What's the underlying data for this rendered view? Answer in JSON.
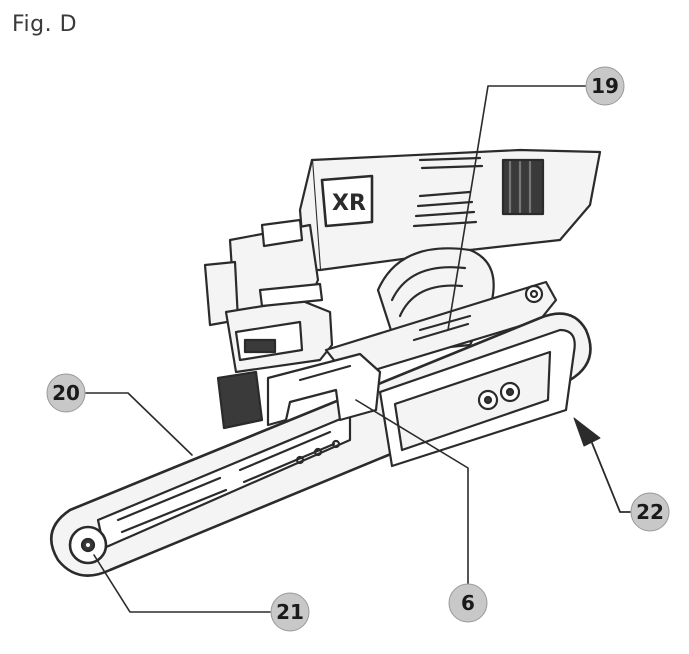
{
  "figure": {
    "label": "Fig. D"
  },
  "callouts": [
    {
      "id": "c19",
      "number": "19"
    },
    {
      "id": "c20",
      "number": "20"
    },
    {
      "id": "c22",
      "number": "22"
    },
    {
      "id": "c6",
      "number": "6"
    },
    {
      "id": "c21",
      "number": "21"
    }
  ],
  "tool": {
    "logo_text": "XR"
  },
  "colors": {
    "line": "#2b2b2b",
    "body_fill": "#f4f4f4",
    "dark_fill": "#3a3a3a",
    "callout_fill": "#c8c8c8"
  }
}
